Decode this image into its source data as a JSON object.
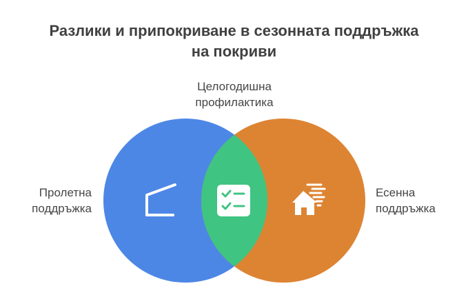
{
  "title": {
    "line1": "Разлики и припокриване в сезонната поддръжка",
    "line2": "на покриви"
  },
  "labels": {
    "overlap": {
      "line1": "Целогодишна",
      "line2": "профилактика"
    },
    "left": {
      "line1": "Пролетна",
      "line2": "поддръжка"
    },
    "right": {
      "line1": "Есенна",
      "line2": "поддръжка"
    }
  },
  "colors": {
    "left_circle": "#4d87e6",
    "right_circle": "#dd8433",
    "overlap": "#3fc481",
    "icon": "#ffffff"
  },
  "icons": {
    "left": "roof-outline-icon",
    "overlap": "checklist-icon",
    "right": "wind-house-icon"
  }
}
